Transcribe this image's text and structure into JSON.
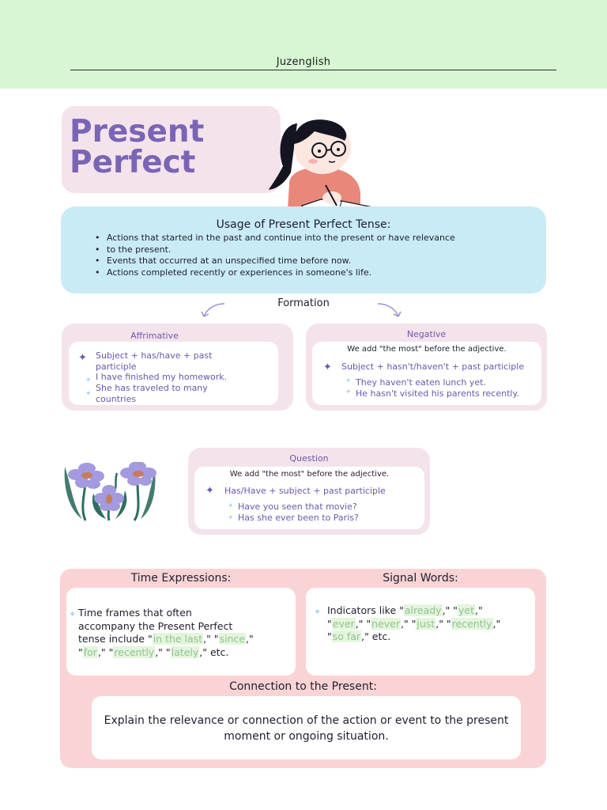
{
  "brand": "Juzenglish",
  "title": [
    "Present",
    "Perfect"
  ],
  "usage": {
    "title": "Usage of Present Perfect Tense:",
    "items": [
      "Actions that started in the past and continue into the present or have relevance",
      " to the present.",
      "Events that occurred at an unspecified time before now.",
      "Actions completed recently or experiences in someone's life."
    ]
  },
  "formation": "Formation",
  "affirmative": {
    "title": "Affrimative",
    "rule": [
      "Subject + has/have + past",
      "participle"
    ],
    "examples": [
      "I have finished my homework.",
      "She has traveled to many",
      "countries"
    ]
  },
  "negative": {
    "title": "Negative",
    "note": "We add \"the most\" before the adjective.",
    "rule": "Subject + hasn't/haven't + past participle",
    "examples": [
      "They haven't eaten lunch yet.",
      "He hasn't visited his parents recently."
    ]
  },
  "question": {
    "title": "Question",
    "note": "We add \"the most\" before the adjective.",
    "rule": "Has/Have + subject + past participle",
    "examples": [
      "Have you seen that movie?",
      "Has she ever been to Paris?"
    ]
  },
  "time_expressions": {
    "title": "Time Expressions:",
    "line1": "Time frames that often",
    "line2": "accompany the Present Perfect",
    "line3_pre": "tense include \"",
    "in_the_last": "in the last",
    "line3_mid": ",\" \"",
    "since": "since",
    "line3_post": ",\"",
    "line4_pre": "\"",
    "for": "for",
    "sep1": ",\" \"",
    "recently": "recently",
    "sep2": ",\" \"",
    "lately": "lately",
    "line4_post": ",\" etc."
  },
  "signal_words": {
    "title": "Signal Words:",
    "line1_pre": "Indicators like \"",
    "already": "already",
    "sep_a": ",\" \"",
    "yet": "yet",
    "line1_post": ",\"",
    "line2_pre": "\"",
    "ever": "ever",
    "sep_b": ",\" \"",
    "never": "never",
    "sep_c": ",\" \"",
    "just": "just",
    "sep_d": ",\" \"",
    "recently": "recently",
    "line2_post": ",\"",
    "line3_pre": "\"",
    "so_far": "so far",
    "line3_post": ",\" etc."
  },
  "connection": {
    "title": "Connection to the Present:",
    "text": "Explain the relevance or connection of the action or event to the present moment or ongoing situation."
  },
  "colors": {
    "header_bg": "#d8f5d4",
    "title_purple": "#7a65b5",
    "usage_bg": "#c9ebf5",
    "card_bg": "#f5e3ec",
    "bottom_bg": "#fad4d4",
    "highlight_text": "#8fc48d"
  }
}
